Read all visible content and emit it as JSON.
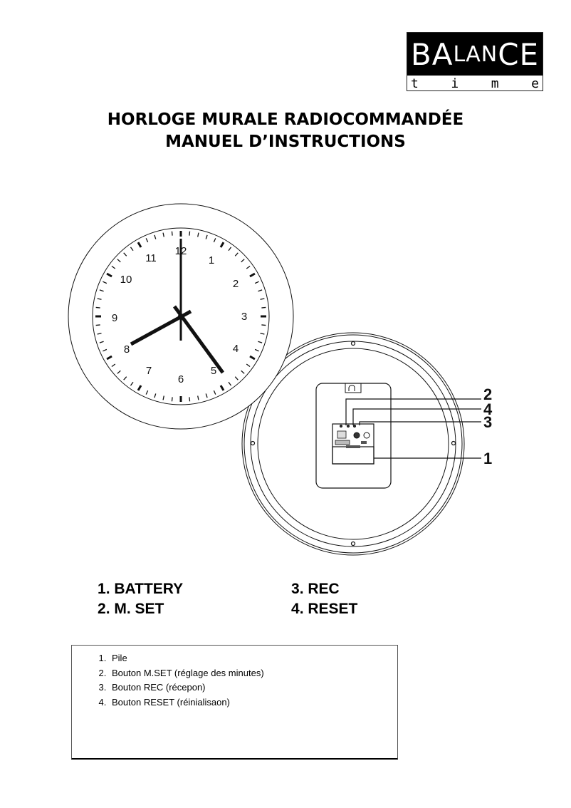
{
  "logo": {
    "brand_parts": [
      "B",
      "A",
      "L",
      "A",
      "N",
      "C",
      "E"
    ],
    "brand_text": "BALANCE",
    "sub_letters": [
      "t",
      "i",
      "m",
      "e"
    ]
  },
  "title": {
    "line1": "HORLOGE MURALE RADIOCOMMANDÉE",
    "line2": "MANUEL D’INSTRUCTIONS"
  },
  "figure": {
    "front_clock": {
      "dial_numbers": [
        "12",
        "1",
        "2",
        "3",
        "4",
        "5",
        "6",
        "7",
        "8",
        "9",
        "10",
        "11"
      ],
      "hands": {
        "hour": "8",
        "minute": "25",
        "second": "0"
      }
    },
    "callouts": [
      "2",
      "4",
      "3",
      "1"
    ]
  },
  "legend": {
    "left": [
      {
        "num": "1",
        "label": "BATTERY"
      },
      {
        "num": "2",
        "label": "M. SET"
      }
    ],
    "right": [
      {
        "num": "3",
        "label": "REC"
      },
      {
        "num": "4",
        "label": "RESET"
      }
    ]
  },
  "description_box": {
    "items": [
      "Pile",
      "Bouton M.SET (réglage des minutes)",
      "Bouton REC (récepon)",
      "Bouton RESET (réinialisaon)"
    ]
  }
}
